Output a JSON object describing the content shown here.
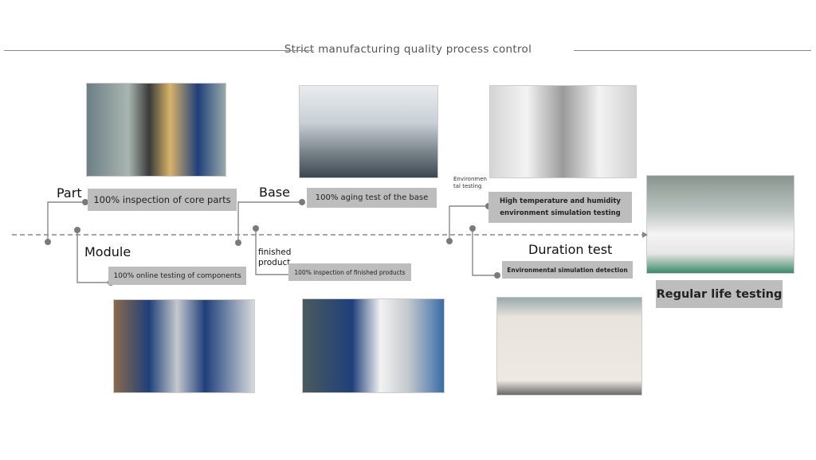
{
  "header": {
    "title": "Strict manufacturing quality process control"
  },
  "stages": {
    "part": {
      "label": "Part",
      "box": "100% inspection of core parts"
    },
    "module": {
      "label": "Module",
      "box": "100% online testing of components"
    },
    "base": {
      "label": "Base",
      "box": "100% aging test of the base"
    },
    "finished": {
      "label": "finished product",
      "box": "100% inspection of finished products"
    },
    "environment": {
      "label": "Environmen tal testing",
      "box": "High temperature and humidity environment simulation testing"
    },
    "duration": {
      "label": "Duration test",
      "box": "Environmental simulation detection"
    },
    "regular": {
      "box": "Regular life testing"
    }
  },
  "colors": {
    "box": "#bdbdbd",
    "line": "#888888",
    "dot": "#7a7a7a"
  }
}
